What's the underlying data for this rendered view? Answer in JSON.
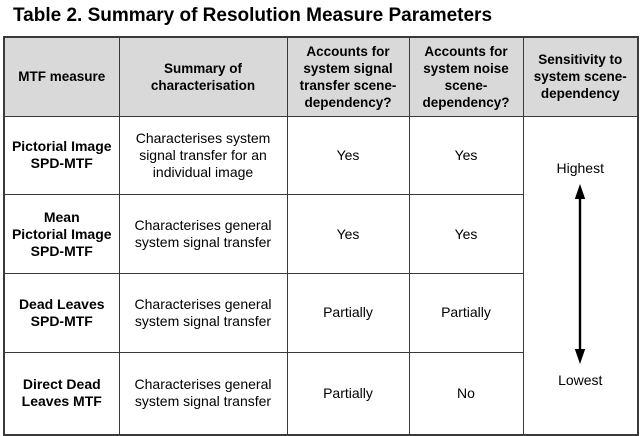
{
  "title": "Table 2. Summary of Resolution Measure Parameters",
  "table": {
    "headers": {
      "measure": "MTF measure",
      "summary": "Summary of\ncharacterisation",
      "signal": "Accounts for\nsystem signal\ntransfer scene-\ndependency?",
      "noise": "Accounts for\nsystem noise\nscene-\ndependency?",
      "sensitivity": "Sensitivity to\nsystem scene-\ndependency"
    },
    "rows": [
      {
        "measure": "Pictorial Image\nSPD-MTF",
        "summary": "Characterises system\nsignal transfer for an\nindividual image",
        "signal": "Yes",
        "noise": "Yes"
      },
      {
        "measure": "Mean\nPictorial Image\nSPD-MTF",
        "summary": "Characterises general\nsystem signal transfer",
        "signal": "Yes",
        "noise": "Yes"
      },
      {
        "measure": "Dead Leaves\nSPD-MTF",
        "summary": "Characterises general\nsystem signal transfer",
        "signal": "Partially",
        "noise": "Partially"
      },
      {
        "measure": "Direct Dead\nLeaves MTF",
        "summary": "Characterises general\nsystem signal transfer",
        "signal": "Partially",
        "noise": "No"
      }
    ],
    "sensitivity_scale": {
      "top": "Highest",
      "bottom": "Lowest",
      "arrow_icon": "vertical-double-arrow"
    }
  },
  "colors": {
    "header_bg": "#d9d9d9",
    "border": "#3a3a3a",
    "text": "#000000",
    "page_bg": "#ffffff"
  }
}
